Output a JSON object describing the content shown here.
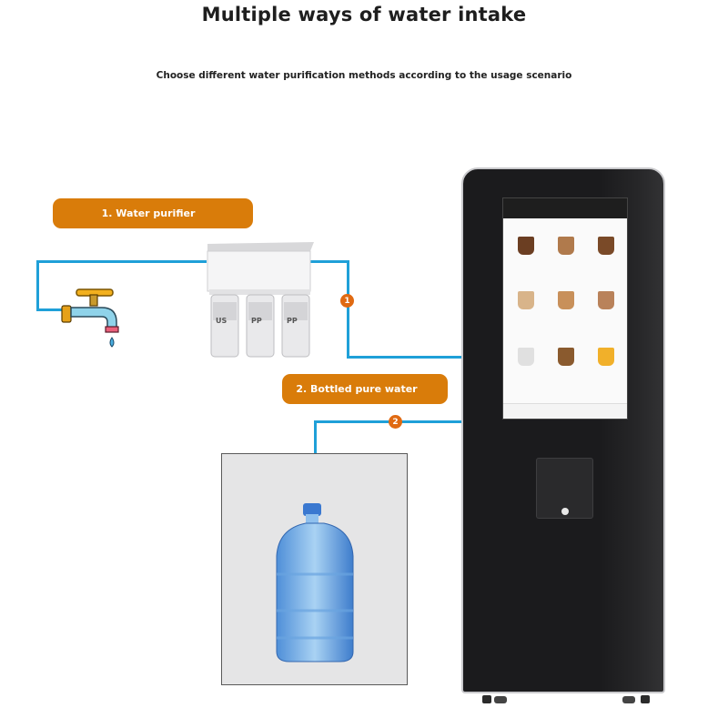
{
  "header": {
    "title": "Multiple ways of water intake",
    "subtitle": "Choose different water purification methods according to the usage scenario"
  },
  "methods": [
    {
      "label": "1. Water purifier",
      "badge": "1"
    },
    {
      "label": "2. Bottled pure water",
      "badge": "2"
    }
  ],
  "filters": [
    "US",
    "PP",
    "PP"
  ],
  "colors": {
    "accent": "#d97c0a",
    "badge": "#e06a12",
    "pipe": "#1fa0d8",
    "machine": "#1b1b1d"
  },
  "icons": [
    "faucet-icon",
    "water-purifier-icon",
    "water-bottle-icon",
    "vending-machine-icon"
  ]
}
